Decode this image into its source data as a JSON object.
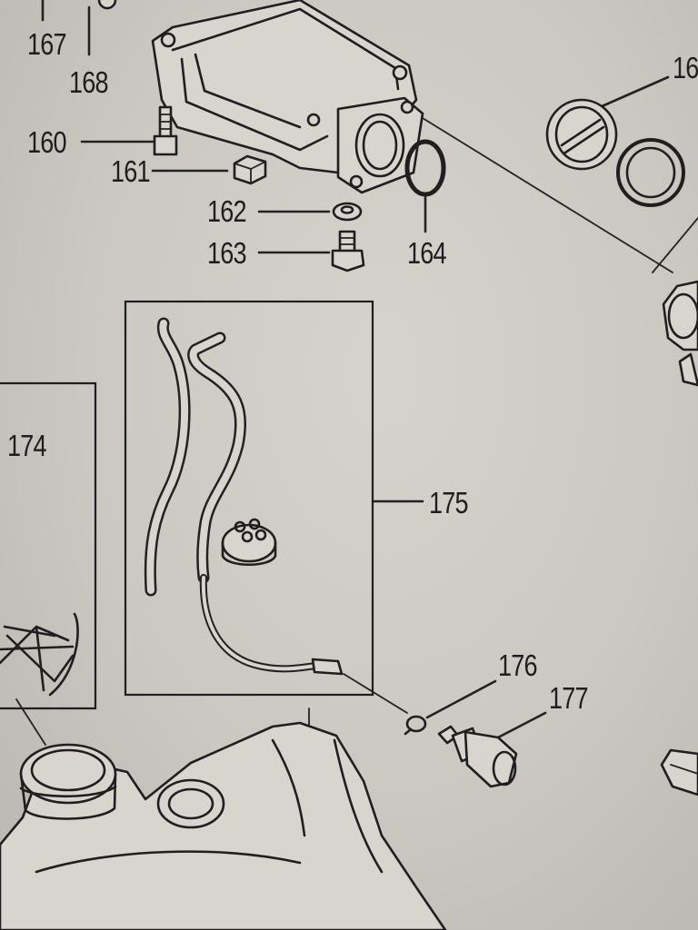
{
  "diagram": {
    "callouts": [
      {
        "id": "c167",
        "label": "167"
      },
      {
        "id": "c168",
        "label": "168"
      },
      {
        "id": "c16x",
        "label": "16"
      },
      {
        "id": "c160",
        "label": "160"
      },
      {
        "id": "c161",
        "label": "161"
      },
      {
        "id": "c162",
        "label": "162"
      },
      {
        "id": "c163",
        "label": "163"
      },
      {
        "id": "c164",
        "label": "164"
      },
      {
        "id": "c174",
        "label": "174"
      },
      {
        "id": "c175",
        "label": "175"
      },
      {
        "id": "c176",
        "label": "176"
      },
      {
        "id": "c177",
        "label": "177"
      }
    ]
  }
}
